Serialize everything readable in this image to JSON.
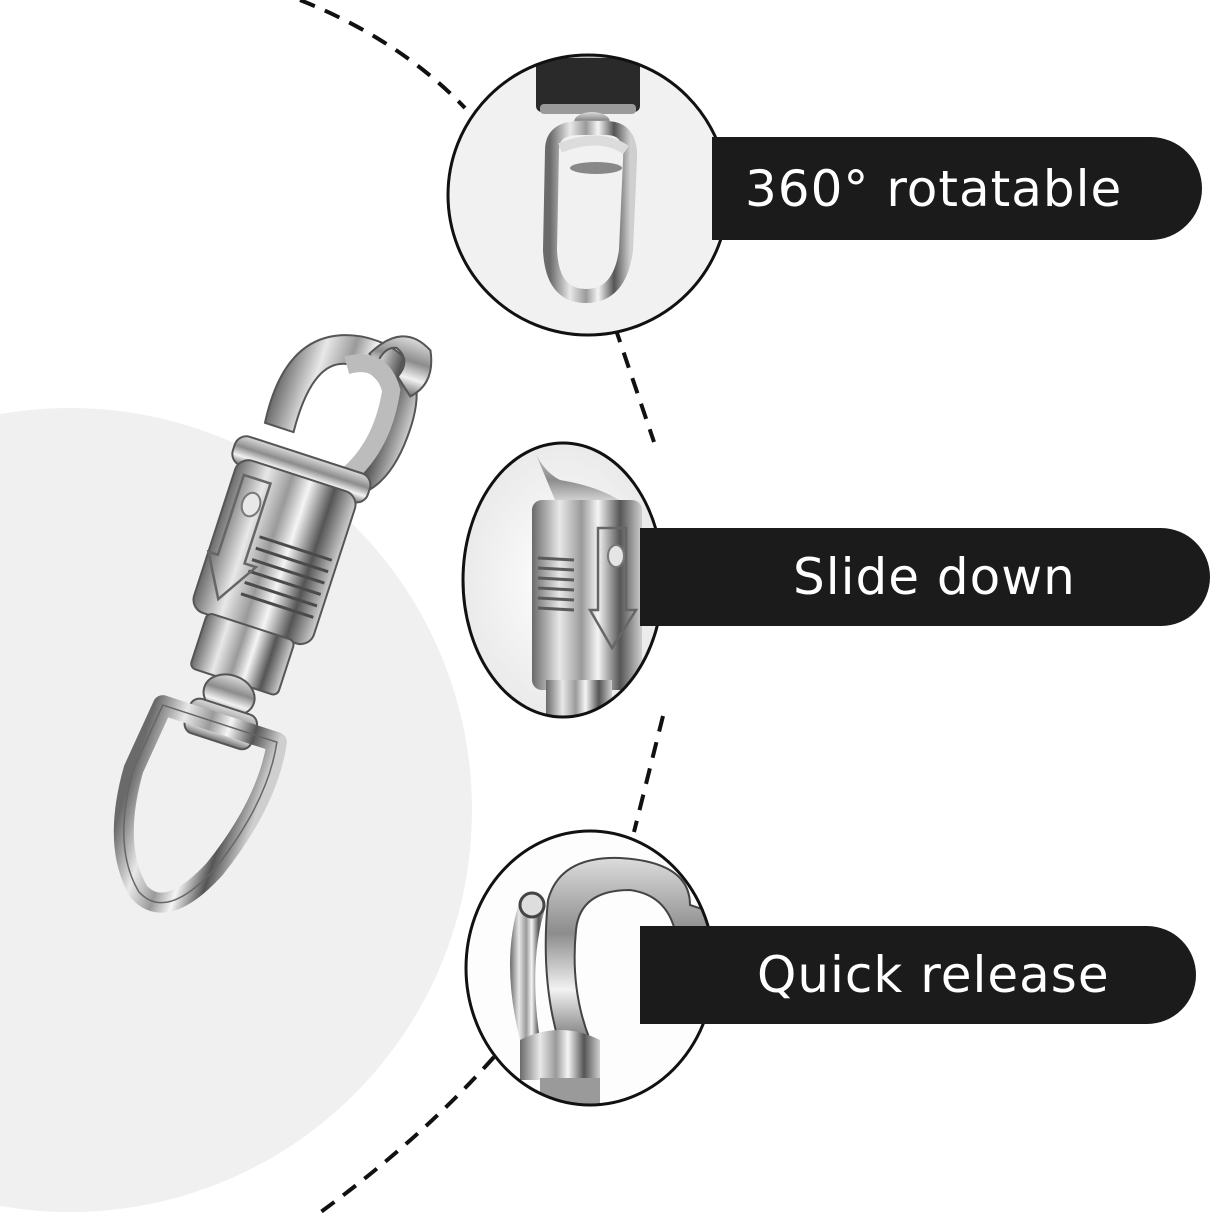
{
  "features": [
    {
      "id": "rotatable",
      "label": "360° rotatable",
      "detail_image": "swivel-eye-closeup"
    },
    {
      "id": "slide-down",
      "label": "Slide down",
      "detail_image": "sliding-sleeve-closeup",
      "indicator": "down-chevrons"
    },
    {
      "id": "quick-release",
      "label": "Quick release",
      "detail_image": "open-hook-closeup"
    }
  ],
  "product": {
    "name": "swivel-snap-hook",
    "finish": "polished-chrome"
  },
  "colors": {
    "background": "#ffffff",
    "backdrop_circle": "#f0f0f0",
    "label_bg": "#1b1b1b",
    "label_text": "#ffffff",
    "chevron_light": "#bfe0f2",
    "chevron_mid": "#8cc9ec",
    "chevron_dark": "#1b9be0"
  }
}
